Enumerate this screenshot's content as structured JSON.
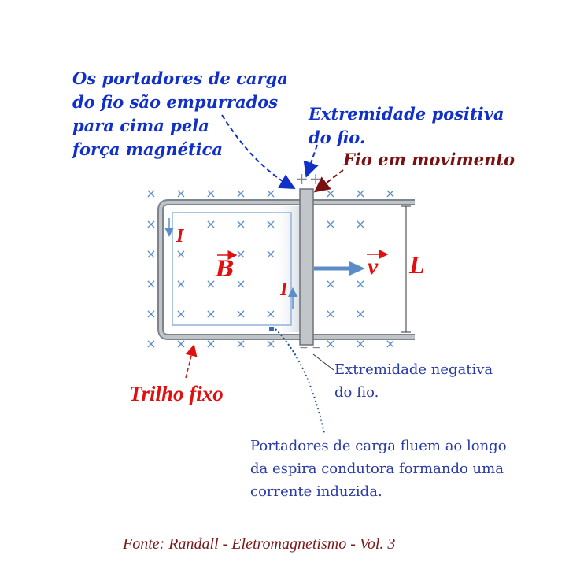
{
  "labels": {
    "carriers_pushed": [
      "Os portadores de carga",
      "do fio são empurrados",
      "para cima pela",
      "força magnética"
    ],
    "positive_end": [
      "Extremidade positiva",
      "do fio."
    ],
    "moving_wire": "Fio em movimento",
    "negative_end": [
      "Extremidade negativa",
      "do fio."
    ],
    "fixed_rail": "Trilho fixo",
    "induced_current": [
      "Portadores de carga fluem ao longo",
      "da espira condutora formando uma",
      "corrente induzida."
    ],
    "source": "Fonte:  Randall  -  Eletromagnetismo  -  Vol. 3"
  },
  "symbols": {
    "current_top": "I",
    "current_wire": "I",
    "field": "B",
    "velocity": "v",
    "length": "L",
    "plus_signs": "++",
    "minus_signs": "− −",
    "field_cross": "×"
  },
  "colors": {
    "annotation_blue": "#1030c8",
    "maroon": "#7a1010",
    "red": "#e01010",
    "field_cross": "#5b8ec9",
    "rail": "#9aa0a6",
    "velocity_arrow": "#5a8cc8"
  }
}
